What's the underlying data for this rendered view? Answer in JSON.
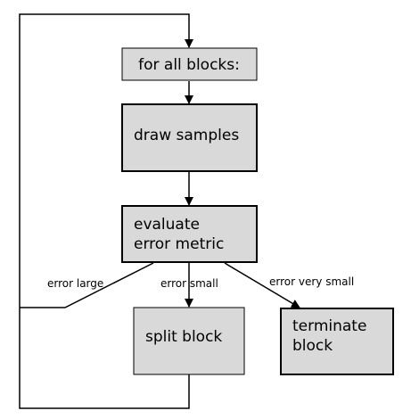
{
  "nodes": {
    "for_all_blocks": {
      "lines": [
        "for all blocks:"
      ]
    },
    "draw_samples": {
      "lines": [
        "draw samples"
      ]
    },
    "evaluate_error_metric": {
      "lines": [
        "evaluate",
        "error metric"
      ]
    },
    "split_block": {
      "lines": [
        "split block"
      ]
    },
    "terminate_block": {
      "lines": [
        "terminate",
        "block"
      ]
    }
  },
  "edges": {
    "error_large": "error large",
    "error_small": "error small",
    "error_very_small": "error very small"
  },
  "colors": {
    "box_fill": "#d9d9d9",
    "stroke": "#000000",
    "background": "#ffffff"
  }
}
